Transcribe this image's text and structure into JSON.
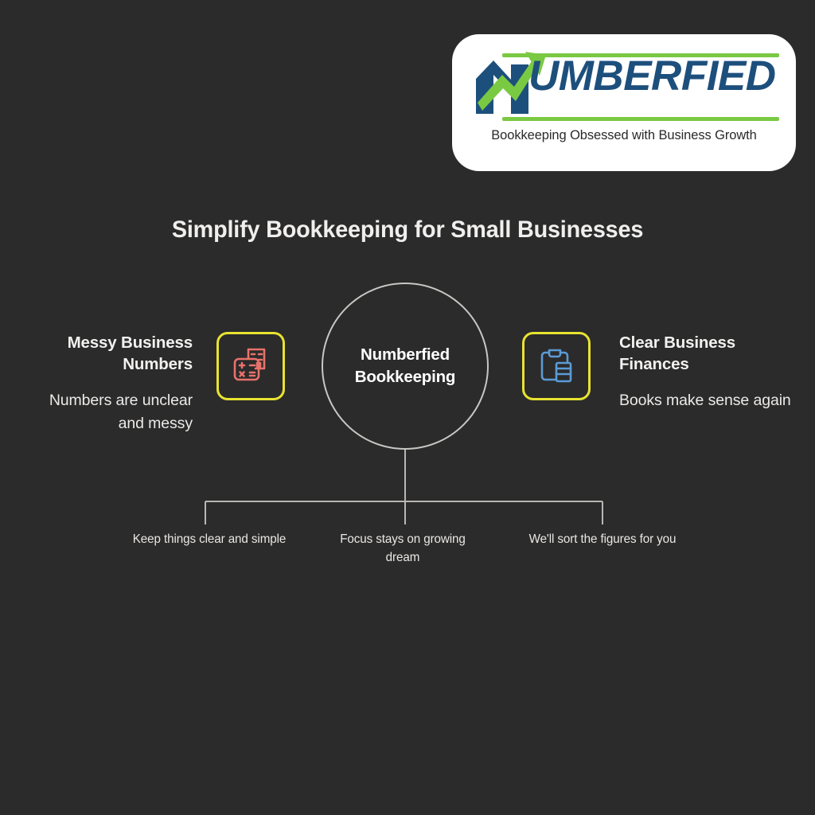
{
  "background_color": "#2b2b2b",
  "logo": {
    "wordmark_lead": "N",
    "wordmark": "UMBERFIED",
    "tagline": "Bookkeeping Obsessed with Business Growth",
    "brand_blue": "#1d4f7c",
    "brand_green": "#7ac943",
    "card_color": "#ffffff"
  },
  "headline": "Simplify Bookkeeping for Small Businesses",
  "center_node": {
    "label_line1": "Numberfied",
    "label_line2": "Bookkeeping",
    "ring_color": "#c9c7c4"
  },
  "icon_tiles": {
    "border_color": "#e8e331",
    "problem_icon_color": "#e8726b",
    "solution_icon_color": "#5b9bd5",
    "problem_icon_name": "calculator-document-icon",
    "solution_icon_name": "clipboard-list-icon"
  },
  "sides": [
    {
      "id": "problem",
      "title": "Messy Business Numbers",
      "description": "Numbers are unclear and messy"
    },
    {
      "id": "solution",
      "title": "Clear Business Finances",
      "description": "Books make sense again"
    }
  ],
  "captions": [
    "Keep things clear and simple",
    "Focus stays on growing dream",
    "We'll sort the figures for you"
  ],
  "connector": {
    "line_color": "#b9b7b4"
  }
}
